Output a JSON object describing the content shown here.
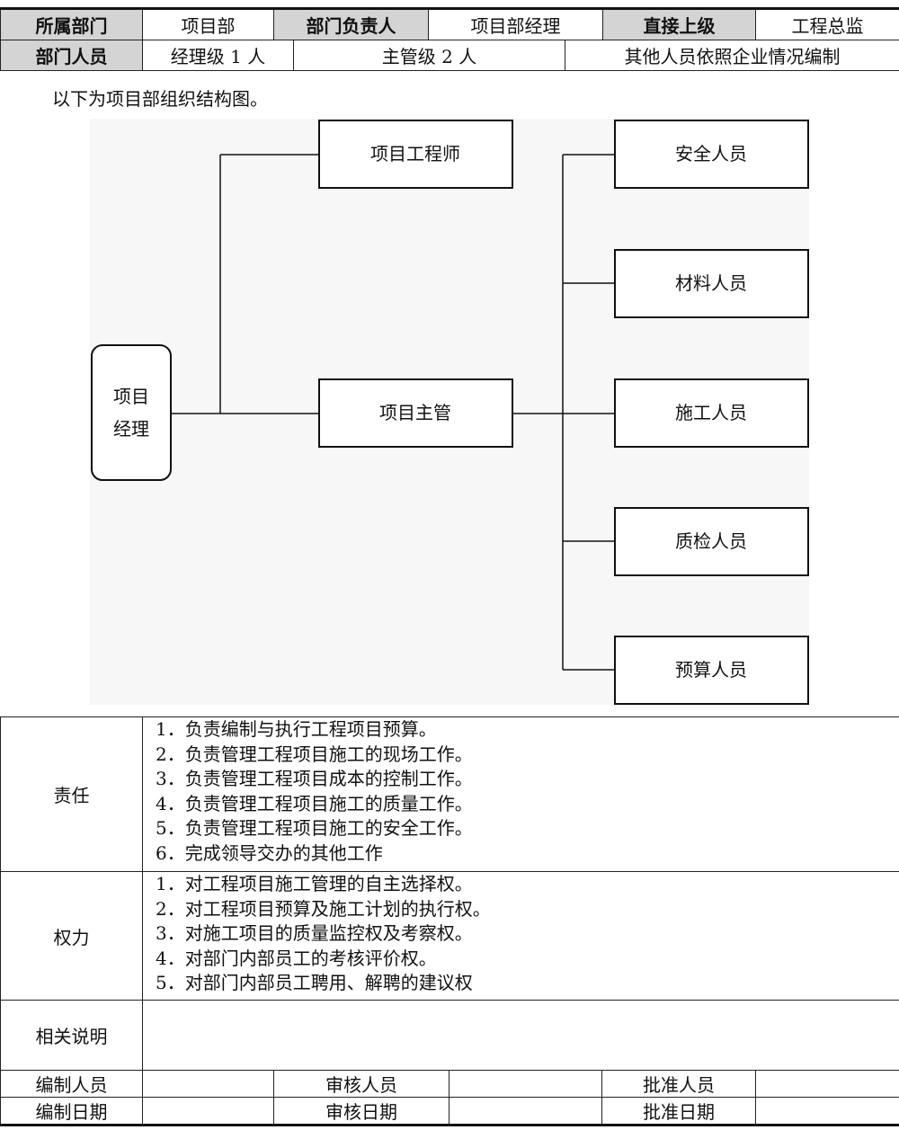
{
  "header": {
    "dept_label": "所属部门",
    "dept_value": "项目部",
    "head_label": "部门负责人",
    "head_value": "项目部经理",
    "superior_label": "直接上级",
    "superior_value": "工程总监",
    "staff_label": "部门人员",
    "staff_manager": "经理级 1 人",
    "staff_supervisor": "主管级 2 人",
    "staff_other": "其他人员依照企业情况编制"
  },
  "intro": "以下为项目部组织结构图。",
  "org": {
    "manager_line1": "项目",
    "manager_line2": "经理",
    "engineer": "项目工程师",
    "supervisor": "项目主管",
    "staff": [
      "安全人员",
      "材料人员",
      "施工人员",
      "质检人员",
      "预算人员"
    ]
  },
  "responsibility": {
    "label": "责任",
    "items": [
      "1．负责编制与执行工程项目预算。",
      "2．负责管理工程项目施工的现场工作。",
      "3．负责管理工程项目成本的控制工作。",
      "4．负责管理工程项目施工的质量工作。",
      "5．负责管理工程项目施工的安全工作。",
      "6．完成领导交办的其他工作"
    ]
  },
  "authority": {
    "label": "权力",
    "items": [
      "1．对工程项目施工管理的自主选择权。",
      "2．对工程项目预算及施工计划的执行权。",
      "3．对施工项目的质量监控权及考察权。",
      "4．对部门内部员工的考核评价权。",
      "5．对部门内部员工聘用、解聘的建议权"
    ]
  },
  "notes": {
    "label": "相关说明",
    "value": ""
  },
  "footer": {
    "compiler_label": "编制人员",
    "reviewer_label": "审核人员",
    "approver_label": "批准人员",
    "compile_date_label": "编制日期",
    "review_date_label": "审核日期",
    "approve_date_label": "批准日期"
  }
}
